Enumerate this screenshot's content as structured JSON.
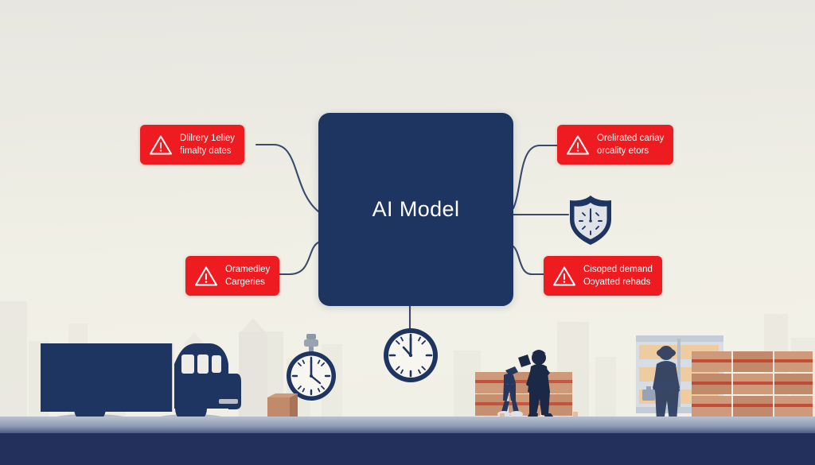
{
  "diagram": {
    "center": {
      "label": "AI Model",
      "color": "#1f3561"
    },
    "accent_colors": {
      "alert_red": "#ee1c21",
      "navy": "#1f3561",
      "ground_navy": "#23305c",
      "background_cream": "#f1f0e6",
      "connector": "#3a4a6b"
    },
    "alerts": [
      {
        "id": "top-left",
        "icon": "warning-triangle-icon",
        "line1": "Dlilrery 1eliey",
        "line2": "fimalty dates"
      },
      {
        "id": "top-right",
        "icon": "warning-triangle-icon",
        "line1": "Orelirated cariay",
        "line2": "orcality etors"
      },
      {
        "id": "bottom-left",
        "icon": "warning-triangle-icon",
        "line1": "Oramedley",
        "line2": "Cargeries"
      },
      {
        "id": "bottom-right",
        "icon": "warning-triangle-icon",
        "line1": "Cisoped demand",
        "line2": "Oɔyatted rehads"
      }
    ],
    "nodes": [
      {
        "id": "shield",
        "icon": "shield-clock-icon"
      },
      {
        "id": "stopwatch",
        "icon": "stopwatch-icon"
      },
      {
        "id": "wall-clock",
        "icon": "clock-icon"
      }
    ],
    "scene": {
      "truck": "delivery-truck-icon",
      "small_box": "cardboard-box-icon",
      "mid_workers": "warehouse-workers-icon",
      "right_pallet": "pallet-stack-icon",
      "right_worker": "worker-silhouette-icon",
      "skyline": "city-skyline-silhouette"
    }
  }
}
